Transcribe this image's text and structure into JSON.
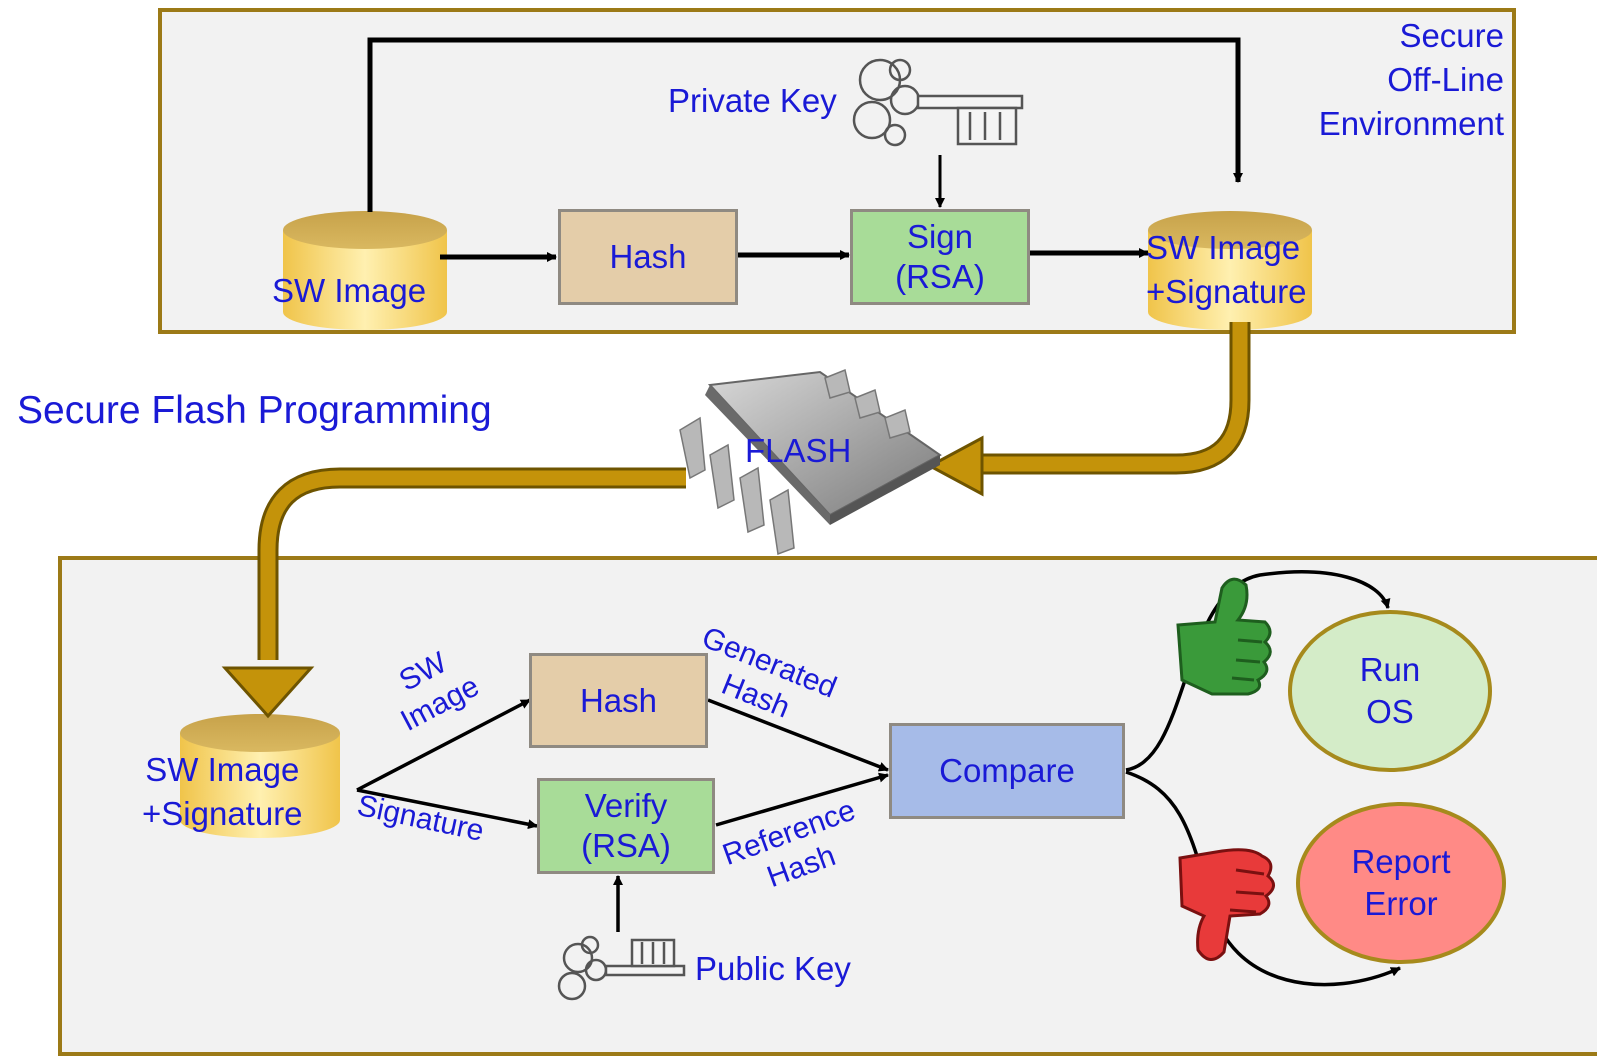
{
  "top": {
    "env_label": "Secure\nOff-Line\nEnvironment",
    "private_key": "Private Key",
    "sw_image": "SW Image",
    "hash": "Hash",
    "sign": "Sign\n(RSA)",
    "sw_image_sig": "SW Image\n+Signature"
  },
  "middle": {
    "title": "Secure Flash Programming",
    "flash": "FLASH"
  },
  "bottom": {
    "sw_image_sig": "SW Image\n+Signature",
    "sw_image_edge": "SW\nImage",
    "signature_edge": "Signature",
    "hash": "Hash",
    "verify": "Verify\n(RSA)",
    "generated_hash": "Generated\nHash",
    "reference_hash": "Reference\nHash",
    "compare": "Compare",
    "run_os": "Run\nOS",
    "report_error": "Report\nError",
    "public_key": "Public Key"
  },
  "icons": [
    "key-icon",
    "chip-icon",
    "thumbs-up-icon",
    "thumbs-down-icon",
    "database-icon"
  ],
  "colors": {
    "frame": "#9c7a17",
    "text": "#1a1ad6",
    "gold_arrow": "#c4930a",
    "hash_fill": "#e4cda9",
    "sign_fill": "#a8dc98",
    "compare_fill": "#a6bbe8",
    "run_os_fill": "#d4ecc8",
    "report_error_fill": "#ff8a86",
    "thumb_up": "#3a9a3a",
    "thumb_down": "#e83a3a"
  }
}
